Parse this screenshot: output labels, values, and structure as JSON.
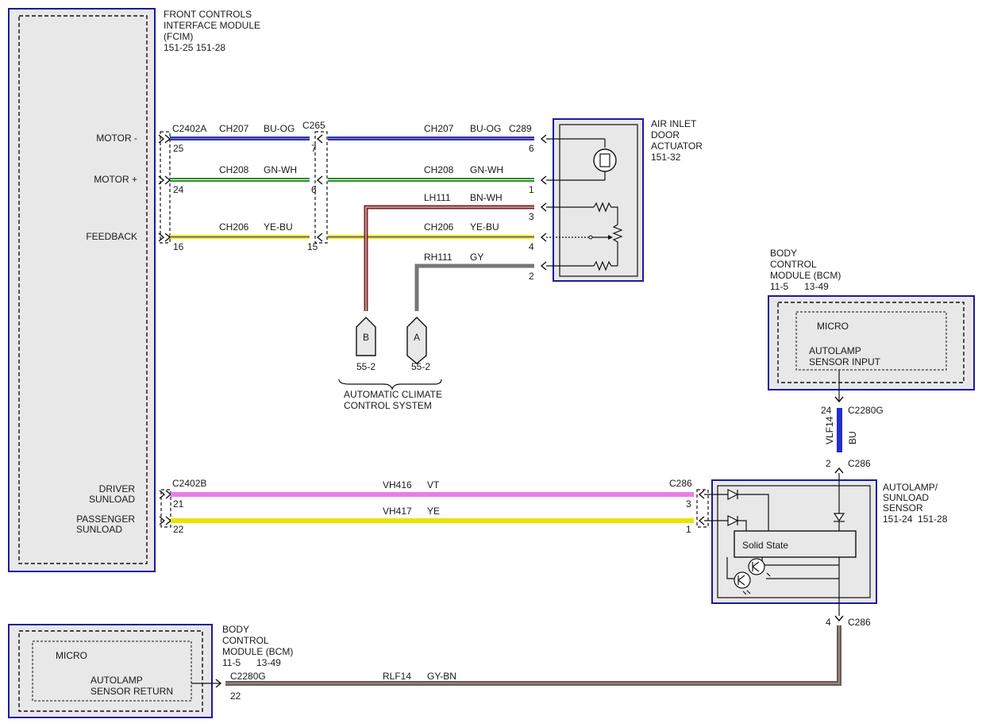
{
  "fcim": {
    "title": [
      "FRONT CONTROLS",
      "INTERFACE MODULE",
      "(FCIM)",
      "151-25  151-28"
    ],
    "pins": {
      "motor_minus": "MOTOR -",
      "motor_plus": "MOTOR +",
      "feedback": "FEEDBACK",
      "driver_sunload": [
        "DRIVER",
        "SUNLOAD"
      ],
      "passenger_sunload": [
        "PASSENGER",
        "SUNLOAD"
      ]
    }
  },
  "actuator": {
    "title": [
      "AIR INLET",
      "DOOR",
      "ACTUATOR",
      "151-32"
    ]
  },
  "bcm_top": {
    "title": [
      "BODY",
      "CONTROL",
      "MODULE (BCM)",
      "11-5      13-49"
    ],
    "micro": "MICRO",
    "input": [
      "AUTOLAMP",
      "SENSOR INPUT"
    ]
  },
  "bcm_bottom": {
    "title": [
      "BODY",
      "CONTROL",
      "MODULE (BCM)",
      "11-5      13-49"
    ],
    "micro": "MICRO",
    "return": [
      "AUTOLAMP",
      "SENSOR RETURN"
    ]
  },
  "sensor": {
    "title": [
      "AUTOLAMP/",
      "SUNLOAD",
      "SENSOR",
      "151-24  151-28"
    ],
    "solid_state": "Solid State"
  },
  "acc": {
    "B": {
      "letter": "B",
      "page": "55-2"
    },
    "A": {
      "letter": "A",
      "page": "55-2"
    },
    "label": [
      "AUTOMATIC CLIMATE",
      "CONTROL SYSTEM"
    ]
  },
  "connectors": {
    "c2402a": "C2402A",
    "c265": "C265",
    "c289": "C289",
    "c2402b": "C2402B",
    "c286": "C286",
    "c2280g": "C2280G"
  },
  "wires": {
    "ch207_left": {
      "circuit": "CH207",
      "color": "BU-OG"
    },
    "ch207_right": {
      "circuit": "CH207",
      "color": "BU-OG"
    },
    "ch208_left": {
      "circuit": "CH208",
      "color": "GN-WH"
    },
    "ch208_right": {
      "circuit": "CH208",
      "color": "GN-WH"
    },
    "ch206_left": {
      "circuit": "CH206",
      "color": "YE-BU"
    },
    "ch206_right": {
      "circuit": "CH206",
      "color": "YE-BU"
    },
    "lh111": {
      "circuit": "LH111",
      "color": "BN-WH"
    },
    "rh111": {
      "circuit": "RH111",
      "color": "GY"
    },
    "vh416": {
      "circuit": "VH416",
      "color": "VT"
    },
    "vh417": {
      "circuit": "VH417",
      "color": "YE"
    },
    "vlf14": {
      "circuit": "VLF14",
      "color": "BU"
    },
    "rlf14": {
      "circuit": "RLF14",
      "color": "GY-BN"
    }
  },
  "pin_numbers": {
    "fcim_motor_minus": "25",
    "fcim_motor_plus": "24",
    "fcim_feedback": "16",
    "c265_motor_minus": "7",
    "c265_motor_plus": "6",
    "c265_feedback": "15",
    "act_ch207": "6",
    "act_ch208": "1",
    "act_lh111": "3",
    "act_ch206": "4",
    "act_rh111": "2",
    "fcim_driver": "21",
    "fcim_passenger": "22",
    "sensor_vh416": "3",
    "sensor_vh417": "1",
    "bcm_input": "24",
    "sensor_vlf14": "2",
    "sensor_rlf14": "4",
    "bcm_return": "22"
  },
  "colors": {
    "module_border": "#1a1aa0",
    "module_fill": "#e8e8e8",
    "BU-OG": "#1f33cc",
    "BU-OG_stripe": "#e07a2a",
    "GN-WH": "#2a8a2a",
    "YE-BU": "#e8e400",
    "BN-WH": "#7a1f1f",
    "GY": "#777777",
    "VT": "#e87ee8",
    "YE": "#e8e400",
    "BU": "#1f2fd0",
    "GY-BN": "#6e5a55"
  }
}
